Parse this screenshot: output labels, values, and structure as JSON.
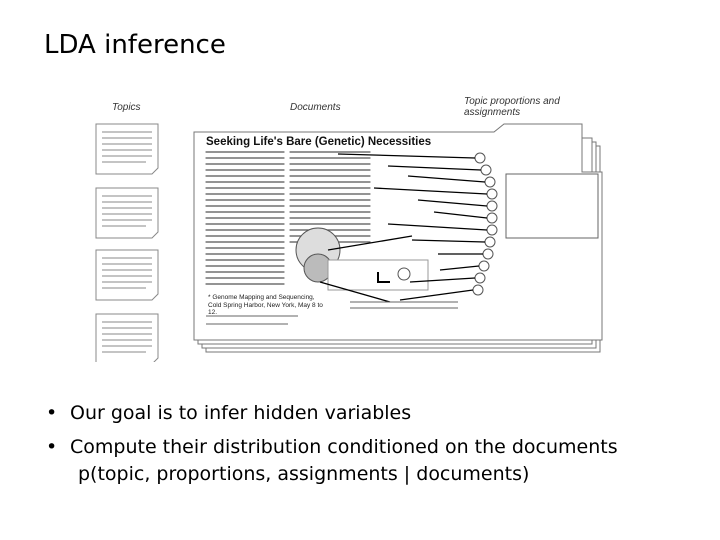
{
  "slide": {
    "title": "LDA inference"
  },
  "figure": {
    "labels": {
      "topics": "Topics",
      "documents": "Documents",
      "topic_proportions": "Topic proportions and assignments"
    },
    "article_heading": "Seeking Life's Bare (Genetic) Necessities",
    "caption": "* Genome Mapping and Sequencing, Cold Spring Harbor, New York, May 8 to 12."
  },
  "bullets": [
    "Our goal is to infer hidden variables",
    "Compute their distribution conditioned on the documents"
  ],
  "formula": "p(topic, proportions, assignments | documents)"
}
